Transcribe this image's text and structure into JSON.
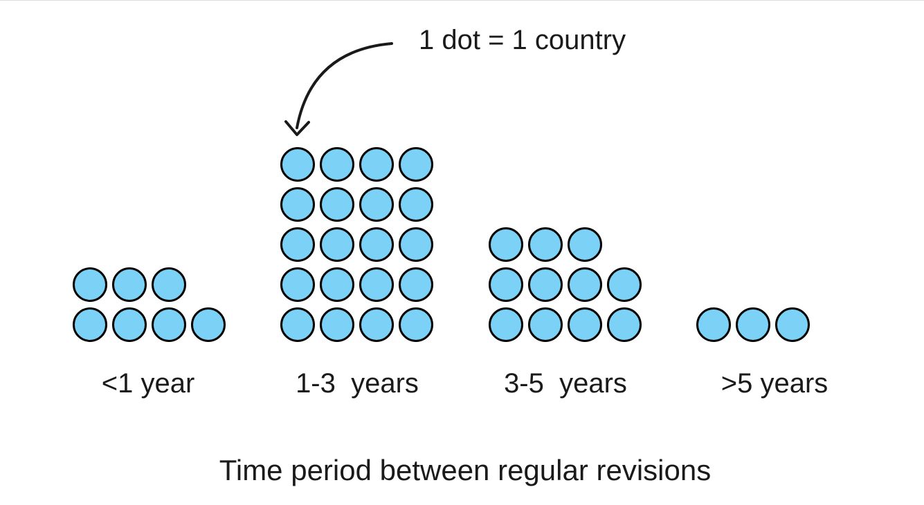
{
  "figure": {
    "background": "#ffffff"
  },
  "chart_data": {
    "type": "dot_plot",
    "title": "Time period between regular revisions",
    "annotation": "1 dot = 1 country",
    "dot_value": 1,
    "dot_unit": "country",
    "categories": [
      "<1 year",
      "1-3  years",
      "3-5  years",
      ">5 years"
    ],
    "values": [
      7,
      20,
      11,
      3
    ],
    "max_dots_per_row": 4,
    "dot_stacking": "rows fill bottom-up, remainder row on top, left-aligned",
    "annotation_target": "1-3 years column (arrow points to its top-left dot)",
    "legend_position": "top-center",
    "grid": false,
    "colors": {
      "dot_fill": "#7CD2F6",
      "dot_stroke": "#000000",
      "text": "#1a1a1a"
    }
  }
}
